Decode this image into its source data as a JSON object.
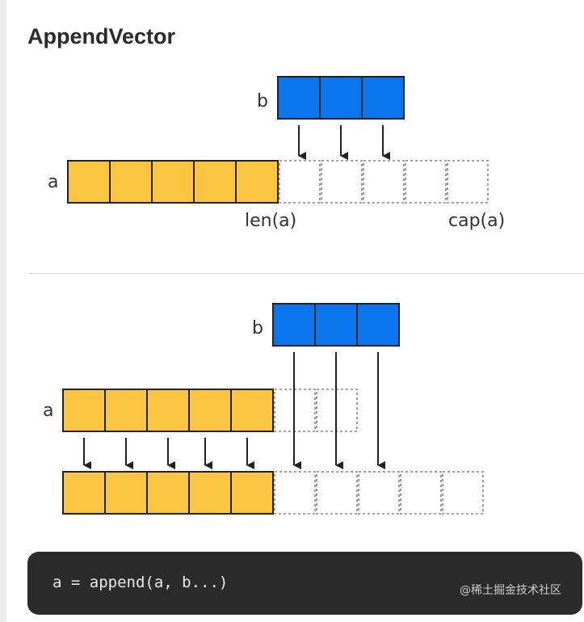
{
  "title": "AppendVector",
  "top": {
    "label_b": "b",
    "label_a": "a",
    "label_len": "len(a)",
    "label_cap": "cap(a)",
    "a_filled": 5,
    "a_empty": 5,
    "b_count": 3
  },
  "bottom": {
    "label_b": "b",
    "label_a": "a",
    "old_filled": 5,
    "old_empty": 2,
    "new_filled": 5,
    "new_empty": 5,
    "b_count": 3
  },
  "code": "a = append(a, b...)",
  "watermark": "@稀土掘金技术社区",
  "colors": {
    "yellow": "#fbc441",
    "blue": "#0a75ec",
    "outline": "#222222",
    "dashed": "#888888"
  }
}
